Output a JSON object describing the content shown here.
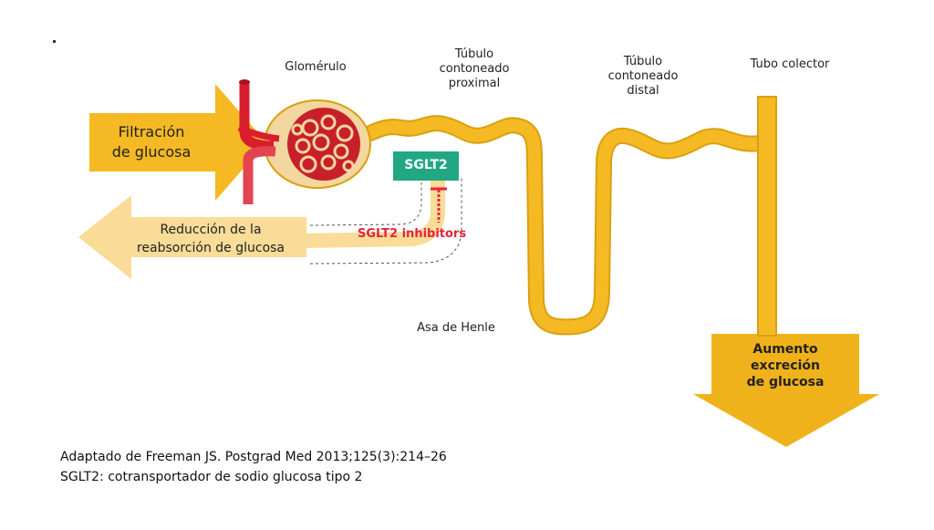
{
  "labels": {
    "glomerulo": "Glomérulo",
    "tubulo_proximal": [
      "Túbulo",
      "contoneado",
      "proximal"
    ],
    "tubulo_distal": [
      "Túbulo",
      "contoneado",
      "distal"
    ],
    "tubo_colector": "Tubo colector",
    "asa_henle": "Asa de Henle"
  },
  "arrows": {
    "filtracion": [
      "Filtración",
      "de glucosa"
    ],
    "reduccion": [
      "Reducción de la",
      "reabsorción de glucosa"
    ],
    "aumento": [
      "Aumento",
      "excreción",
      "de glucosa"
    ]
  },
  "sglt2_box": "SGLT2",
  "inhibitor": "SGLT2 inhibitors",
  "captions": [
    "Adaptado  de Freeman JS. Postgrad Med 2013;125(3):214–26",
    "SGLT2: cotransportador de sodio glucosa tipo 2"
  ],
  "colors": {
    "tubule": "#f5b923",
    "tubule_edge": "#d9a010",
    "filtration_arrow": "#f5b923",
    "reduction_arrow": "#f9dc98",
    "excretion_arrow": "#f0b21a",
    "sglt2_box": "#22a784",
    "inhibitor": "#e8233a",
    "vessel": "#d81e2c",
    "glomerulus_bg": "#f3d7a0"
  }
}
